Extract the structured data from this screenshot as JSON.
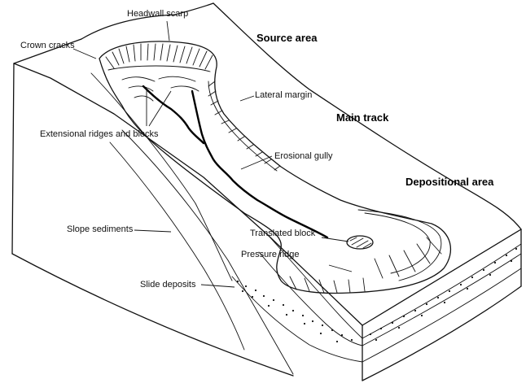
{
  "labels": {
    "headwall_scarp": "Headwall scarp",
    "crown_cracks": "Crown cracks",
    "extensional_ridges": "Extensional ridges and blocks",
    "lateral_margin": "Lateral margin",
    "erosional_gully": "Erosional gully",
    "slope_sediments": "Slope sediments",
    "translated_block": "Translated block",
    "pressure_ridge": "Pressure ridge",
    "slide_deposits": "Slide deposits"
  },
  "zones": {
    "source_area": "Source area",
    "main_track": "Main track",
    "depositional_area": "Depositional area"
  }
}
